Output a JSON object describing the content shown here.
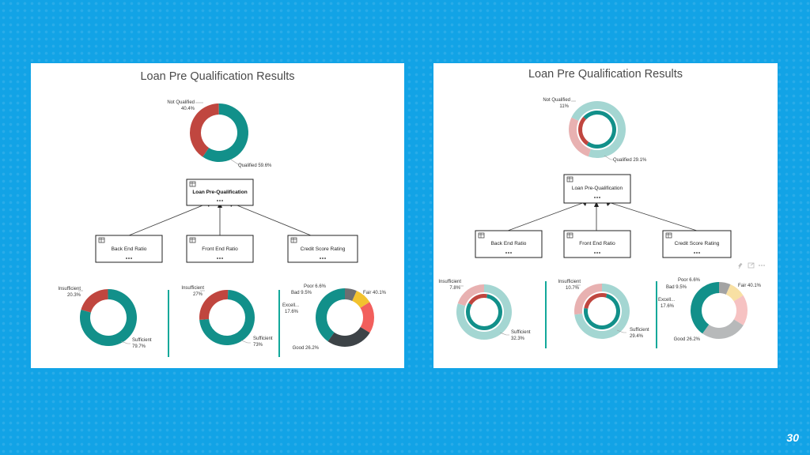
{
  "slide": {
    "page_number": "30"
  },
  "colors": {
    "teal": "#12908a",
    "red": "#c0463f",
    "yellow": "#f2c22e",
    "salmon": "#f25f5c",
    "dark_gray": "#3d4347",
    "gray": "#6d6e71",
    "pale_teal": "#a4d6d2",
    "pale_red": "#e8b1b1"
  },
  "panel_left": {
    "title": "Loan Pre Qualification Results",
    "top_chart": {
      "not_qualified_label": "Not Qualified",
      "not_qualified_pct": "40.4%",
      "qualified_label": "Qualified 59.6%"
    },
    "root_node": {
      "label": "Loan Pre-Qualification"
    },
    "child_nodes": [
      {
        "label": "Back End Ratio"
      },
      {
        "label": "Front End Ratio"
      },
      {
        "label": "Credit Score Rating"
      }
    ],
    "back_end": {
      "insufficient_label": "Insufficient",
      "insufficient_pct": "20.3%",
      "sufficient_label": "Sufficient",
      "sufficient_pct": "79.7%"
    },
    "front_end": {
      "insufficient_label": "Insufficient",
      "insufficient_pct": "27%",
      "sufficient_label": "Sufficient",
      "sufficient_pct": "73%"
    },
    "credit": {
      "poor_label": "Poor 6.6%",
      "bad_label": "Bad 9.5%",
      "excell_label": "Excell...",
      "excell_pct": "17.6%",
      "good_label": "Good 26.2%",
      "fair_label": "Fair 40.1%"
    }
  },
  "panel_right": {
    "title": "Loan Pre Qualification Results",
    "top_chart": {
      "not_qualified_label": "Not Qualified",
      "not_qualified_pct": "11%",
      "qualified_label": "Qualified 29.1%"
    },
    "root_node": {
      "label": "Loan Pre-Qualification"
    },
    "child_nodes": [
      {
        "label": "Back End Ratio"
      },
      {
        "label": "Front End Ratio"
      },
      {
        "label": "Credit Score Rating"
      }
    ],
    "back_end": {
      "insufficient_label": "Insufficient",
      "insufficient_pct": "7.8%",
      "sufficient_label": "Sufficient",
      "sufficient_pct": "32.3%"
    },
    "front_end": {
      "insufficient_label": "Insufficient",
      "insufficient_pct": "10.7%",
      "sufficient_label": "Sufficient",
      "sufficient_pct": "29.4%"
    },
    "credit": {
      "poor_label": "Poor 6.6%",
      "bad_label": "Bad 9.5%",
      "excell_label": "Excell...",
      "excell_pct": "17.6%",
      "good_label": "Good 26.2%",
      "fair_label": "Fair 40.1%"
    },
    "visual_header_icons": [
      "pin-icon",
      "focus-mode-icon",
      "more-options-icon"
    ]
  },
  "chart_data": [
    {
      "type": "pie",
      "title": "Loan Pre Qualification Results",
      "categories": [
        "Not Qualified",
        "Qualified"
      ],
      "values": [
        40.4,
        59.6
      ]
    },
    {
      "type": "pie",
      "categories": [
        "Insufficient",
        "Sufficient"
      ],
      "values": [
        20.3,
        79.7
      ]
    },
    {
      "type": "pie",
      "categories": [
        "Insufficient",
        "Sufficient"
      ],
      "values": [
        27,
        73
      ]
    },
    {
      "type": "pie",
      "categories": [
        "Poor",
        "Bad",
        "Excell...",
        "Good",
        "Fair"
      ],
      "values": [
        6.6,
        9.5,
        17.6,
        26.2,
        40.1
      ]
    },
    {
      "type": "pie",
      "title": "Loan Pre Qualification Results",
      "categories": [
        "Not Qualified",
        "Qualified"
      ],
      "values": [
        11,
        29.1
      ]
    },
    {
      "type": "pie",
      "categories": [
        "Insufficient",
        "Sufficient"
      ],
      "values": [
        7.8,
        32.3
      ]
    },
    {
      "type": "pie",
      "categories": [
        "Insufficient",
        "Sufficient"
      ],
      "values": [
        10.7,
        29.4
      ]
    },
    {
      "type": "pie",
      "categories": [
        "Poor",
        "Bad",
        "Excell...",
        "Good",
        "Fair"
      ],
      "values": [
        6.6,
        9.5,
        17.6,
        26.2,
        40.1
      ]
    }
  ]
}
